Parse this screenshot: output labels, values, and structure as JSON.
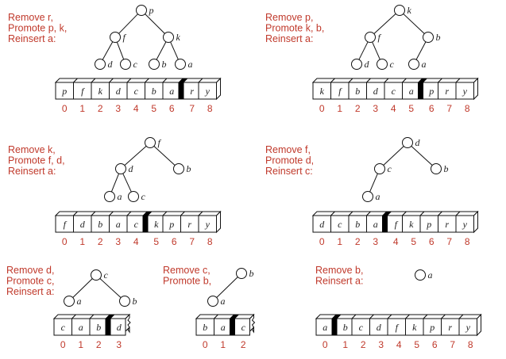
{
  "panels": [
    {
      "caption": [
        "Remove r,",
        "Promote p, k,",
        "Reinsert a:"
      ],
      "tree": [
        {
          "id": "n0",
          "label": "p"
        },
        {
          "id": "n1",
          "label": "f",
          "parent": "n0"
        },
        {
          "id": "n2",
          "label": "k",
          "parent": "n0"
        },
        {
          "id": "n3",
          "label": "d",
          "parent": "n1"
        },
        {
          "id": "n4",
          "label": "c",
          "parent": "n1"
        },
        {
          "id": "n5",
          "label": "b",
          "parent": "n2"
        },
        {
          "id": "n6",
          "label": "a",
          "parent": "n2"
        }
      ],
      "array": [
        {
          "v": "p",
          "i": "0"
        },
        {
          "v": "f",
          "i": "1"
        },
        {
          "v": "k",
          "i": "2"
        },
        {
          "v": "d",
          "i": "3"
        },
        {
          "v": "c",
          "i": "4"
        },
        {
          "v": "b",
          "i": "5"
        },
        {
          "v": "a",
          "i": "6"
        },
        {
          "v": "r",
          "i": "7"
        },
        {
          "v": "y",
          "i": "8"
        }
      ],
      "divider_after": 6,
      "torn_end": false
    },
    {
      "caption": [
        "Remove p,",
        "Promote k, b,",
        "Reinsert a:"
      ],
      "tree": [
        {
          "id": "n0",
          "label": "k"
        },
        {
          "id": "n1",
          "label": "f",
          "parent": "n0"
        },
        {
          "id": "n2",
          "label": "b",
          "parent": "n0"
        },
        {
          "id": "n3",
          "label": "d",
          "parent": "n1"
        },
        {
          "id": "n4",
          "label": "c",
          "parent": "n1"
        },
        {
          "id": "n5",
          "label": "a",
          "parent": "n2"
        }
      ],
      "array": [
        {
          "v": "k",
          "i": "0"
        },
        {
          "v": "f",
          "i": "1"
        },
        {
          "v": "b",
          "i": "2"
        },
        {
          "v": "d",
          "i": "3"
        },
        {
          "v": "c",
          "i": "4"
        },
        {
          "v": "a",
          "i": "5"
        },
        {
          "v": "p",
          "i": "6"
        },
        {
          "v": "r",
          "i": "7"
        },
        {
          "v": "y",
          "i": "8"
        }
      ],
      "divider_after": 5,
      "torn_end": false
    },
    {
      "caption": [
        "Remove k,",
        "Promote f, d,",
        "Reinsert a:"
      ],
      "tree": [
        {
          "id": "n0",
          "label": "f"
        },
        {
          "id": "n1",
          "label": "d",
          "parent": "n0"
        },
        {
          "id": "n2",
          "label": "b",
          "parent": "n0"
        },
        {
          "id": "n3",
          "label": "a",
          "parent": "n1"
        },
        {
          "id": "n4",
          "label": "c",
          "parent": "n1"
        }
      ],
      "array": [
        {
          "v": "f",
          "i": "0"
        },
        {
          "v": "d",
          "i": "1"
        },
        {
          "v": "b",
          "i": "2"
        },
        {
          "v": "a",
          "i": "3"
        },
        {
          "v": "c",
          "i": "4"
        },
        {
          "v": "k",
          "i": "5"
        },
        {
          "v": "p",
          "i": "6"
        },
        {
          "v": "r",
          "i": "7"
        },
        {
          "v": "y",
          "i": "8"
        }
      ],
      "divider_after": 4,
      "torn_end": false
    },
    {
      "caption": [
        "Remove f,",
        "Promote d,",
        "Reinsert c:"
      ],
      "tree": [
        {
          "id": "n0",
          "label": "d"
        },
        {
          "id": "n1",
          "label": "c",
          "parent": "n0"
        },
        {
          "id": "n2",
          "label": "b",
          "parent": "n0"
        },
        {
          "id": "n3",
          "label": "a",
          "parent": "n1"
        }
      ],
      "array": [
        {
          "v": "d",
          "i": "0"
        },
        {
          "v": "c",
          "i": "1"
        },
        {
          "v": "b",
          "i": "2"
        },
        {
          "v": "a",
          "i": "3"
        },
        {
          "v": "f",
          "i": "4"
        },
        {
          "v": "k",
          "i": "5"
        },
        {
          "v": "p",
          "i": "6"
        },
        {
          "v": "r",
          "i": "7"
        },
        {
          "v": "y",
          "i": "8"
        }
      ],
      "divider_after": 3,
      "torn_end": false
    },
    {
      "caption": [
        "Remove d,",
        "Promote c,",
        "Reinsert a:"
      ],
      "tree": [
        {
          "id": "n0",
          "label": "c"
        },
        {
          "id": "n1",
          "label": "a",
          "parent": "n0"
        },
        {
          "id": "n2",
          "label": "b",
          "parent": "n0"
        }
      ],
      "array": [
        {
          "v": "c",
          "i": "0"
        },
        {
          "v": "a",
          "i": "1"
        },
        {
          "v": "b",
          "i": "2"
        },
        {
          "v": "d",
          "i": "3"
        }
      ],
      "divider_after": 2,
      "torn_end": true
    },
    {
      "caption": [
        "Remove c,",
        "Promote b,"
      ],
      "tree": [
        {
          "id": "n0",
          "label": "b"
        },
        {
          "id": "n1",
          "label": "a",
          "parent": "n0"
        }
      ],
      "array": [
        {
          "v": "b",
          "i": "0"
        },
        {
          "v": "a",
          "i": "1"
        },
        {
          "v": "c",
          "i": "2"
        }
      ],
      "divider_after": 1,
      "torn_end": true
    },
    {
      "caption": [
        "Remove b,",
        "Reinsert a:"
      ],
      "tree": [
        {
          "id": "n0",
          "label": "a"
        }
      ],
      "array": [
        {
          "v": "a",
          "i": "0"
        },
        {
          "v": "b",
          "i": "1"
        },
        {
          "v": "c",
          "i": "2"
        },
        {
          "v": "d",
          "i": "3"
        },
        {
          "v": "f",
          "i": "4"
        },
        {
          "v": "k",
          "i": "5"
        },
        {
          "v": "p",
          "i": "6"
        },
        {
          "v": "r",
          "i": "7"
        },
        {
          "v": "y",
          "i": "8"
        }
      ],
      "divider_after": 0,
      "torn_end": false
    }
  ]
}
